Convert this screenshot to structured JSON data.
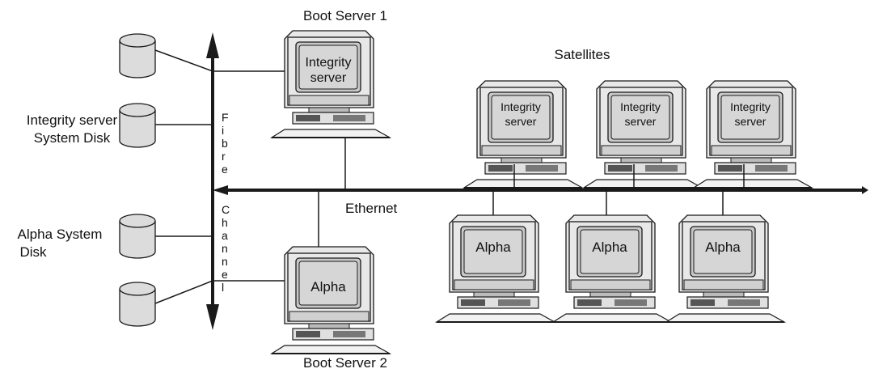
{
  "labels": {
    "boot_server_1": "Boot Server 1",
    "boot_server_2": "Boot Server 2",
    "satellites": "Satellites",
    "ethernet": "Ethernet",
    "integrity_disk_line1": "Integrity server",
    "integrity_disk_line2": "System Disk",
    "alpha_disk_line1": "Alpha System",
    "alpha_disk_line2": "Disk",
    "fibre_channel_letters": [
      "F",
      "i",
      "b",
      "r",
      "e",
      "",
      "C",
      "h",
      "a",
      "n",
      "n",
      "e",
      "l"
    ]
  },
  "computers": {
    "boot1": {
      "line1": "Integrity",
      "line2": "server"
    },
    "boot2": {
      "line1": "Alpha",
      "line2": ""
    },
    "sat_integrity": [
      {
        "line1": "Integrity",
        "line2": "server"
      },
      {
        "line1": "Integrity",
        "line2": "server"
      },
      {
        "line1": "Integrity",
        "line2": "server"
      }
    ],
    "sat_alpha": [
      {
        "line1": "Alpha",
        "line2": ""
      },
      {
        "line1": "Alpha",
        "line2": ""
      },
      {
        "line1": "Alpha",
        "line2": ""
      }
    ]
  }
}
